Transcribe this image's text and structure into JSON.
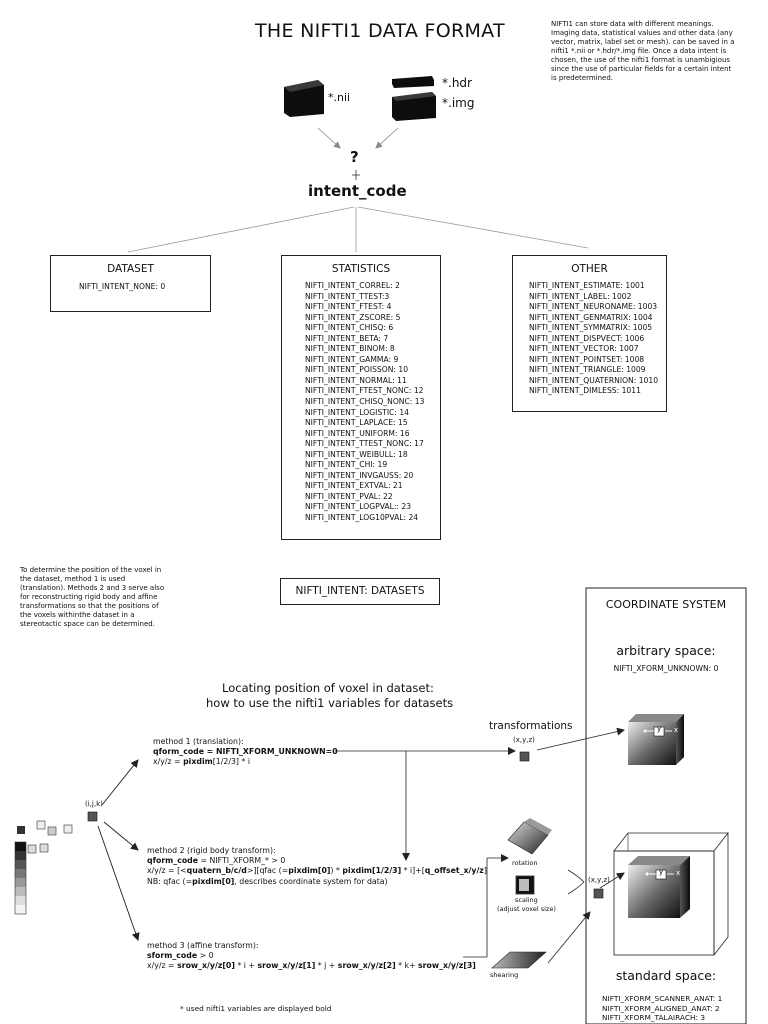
{
  "header": {
    "title": "THE NIFTI1 DATA FORMAT",
    "info": "NIFTI1 can store data with different meanings. Imaging data, statistical values and other data (any vector, matrix, label set or mesh). can be saved in a nifti1 *.nii or *.hdr/*.img file. Once a data intent is chosen, the use of the nifti1 format is unambigious since the use of particular fields for a certain intent is predetermined."
  },
  "files": {
    "nii": "*.nii",
    "hdr": "*.hdr",
    "img": "*.img"
  },
  "question_mark": "?",
  "intent_code": "intent_code",
  "dataset_box": {
    "title": "DATASET",
    "items": [
      "NIFTI_INTENT_NONE: 0"
    ]
  },
  "statistics_box": {
    "title": "STATISTICS",
    "items": [
      "NIFTI_INTENT_CORREL: 2",
      "NIFTI_INTENT_TTEST:3",
      "NIFTI_INTENT_FTEST: 4",
      "NIFTI_INTENT_ZSCORE: 5",
      "NIFTI_INTENT_CHISQ: 6",
      "NIFTI_INTENT_BETA: 7",
      "NIFTI_INTENT_BINOM: 8",
      "NIFTI_INTENT_GAMMA: 9",
      "NIFTI_INTENT_POISSON: 10",
      "NIFTI_INTENT_NORMAL: 11",
      "NIFTI_INTENT_FTEST_NONC: 12",
      "NIFTI_INTENT_CHISQ_NONC: 13",
      "NIFTI_INTENT_LOGISTIC: 14",
      "NIFTI_INTENT_LAPLACE: 15",
      "NIFTI_INTENT_UNIFORM: 16",
      "NIFTI_INTENT_TTEST_NONC: 17",
      "NIFTI_INTENT_WEIBULL: 18",
      "NIFTI_INTENT_CHI: 19",
      "NIFTI_INTENT_INVGAUSS: 20",
      "NIFTI_INTENT_EXTVAL: 21",
      "NIFTI_INTENT_PVAL: 22",
      "NIFTI_INTENT_LOGPVAL:: 23",
      "NIFTI_INTENT_LOG10PVAL: 24"
    ]
  },
  "other_box": {
    "title": "OTHER",
    "items": [
      "NIFTI_INTENT_ESTIMATE: 1001",
      "NIFTI_INTENT_LABEL: 1002",
      "NIFTI_INTENT_NEURONAME: 1003",
      "NIFTI_INTENT_GENMATRIX: 1004",
      "NIFTI_INTENT_SYMMATRIX: 1005",
      "NIFTI_INTENT_DISPVECT: 1006",
      "NIFTI_INTENT_VECTOR: 1007",
      "NIFTI_INTENT_POINTSET: 1008",
      "NIFTI_INTENT_TRIANGLE: 1009",
      "NIFTI_INTENT_QUATERNION: 1010",
      "NIFTI_INTENT_DIMLESS: 1011"
    ]
  },
  "left_note": "To determine the position of the voxel in the dataset, method 1 is used (translation). Methods 2 and 3 serve also for reconstructing rigid body and affine transformations so that the positions of the voxels withinthe dataset in a stereotactic space can be determined.",
  "datasets_label": "NIFTI_INTENT: DATASETS",
  "locating": {
    "line1": "Locating position of voxel in dataset:",
    "line2": "how to use the nifti1 variables for datasets"
  },
  "coordinate_system": {
    "title": "COORDINATE SYSTEM",
    "arbitrary_title": "arbitrary space:",
    "arbitrary_code": "NIFTI_XFORM_UNKNOWN: 0",
    "standard_title": "standard space:",
    "standard_codes": [
      "NIFTI_XFORM_SCANNER_ANAT: 1",
      "NIFTI_XFORM_ALIGNED_ANAT: 2",
      "NIFTI_XFORM_TALAIRACH: 3"
    ],
    "cube_label": "x"
  },
  "transformations": {
    "title": "transformations",
    "xyz": "(x,y,z)",
    "rotation": "rotation",
    "scaling": "scaling",
    "scaling_note": "(adjust voxel size)",
    "shearing": "shearing",
    "xyz_std": "(x,y,z)"
  },
  "ijk": "(i,j,k)",
  "method1": {
    "l1": "method 1 (translation):",
    "l2": "qform_code = NIFTI_XFORM_UNKNOWN=0",
    "l3a": "x/y/z = ",
    "l3b": "pixdim",
    "l3c": "[1/2/3] * i"
  },
  "method2": {
    "l1": "method 2 (rigid body transform):",
    "l2a": "qform_code",
    "l2b": " = NIFTI_XFORM_* > 0",
    "l3a": "x/y/z = [<",
    "l3b": "quatern_b/c/d",
    "l3c": ">][qfac (=",
    "l3d": "pixdim[0]",
    "l3e": ") * ",
    "l3f": "pixdim[1/2/3]",
    "l3g": " * i]+[",
    "l3h": "q_offset_x/y/z",
    "l3i": "]",
    "l4a": "NB: qfac (=",
    "l4b": "pixdim[0]",
    "l4c": ", describes coordinate system for data)"
  },
  "method3": {
    "l1": "method 3 (affine transform):",
    "l2a": "sform_code",
    "l2b": " > 0",
    "l3a": "x/y/z = ",
    "l3b": "srow_x/y/z[0]",
    "l3c": " * i + ",
    "l3d": "srow_x/y/z[1]",
    "l3e": " * j + ",
    "l3f": "srow_x/y/z[2]",
    "l3g": " * k+ ",
    "l3h": "srow_x/y/z[3]"
  },
  "footnote": "* used nifti1 variables are displayed bold"
}
